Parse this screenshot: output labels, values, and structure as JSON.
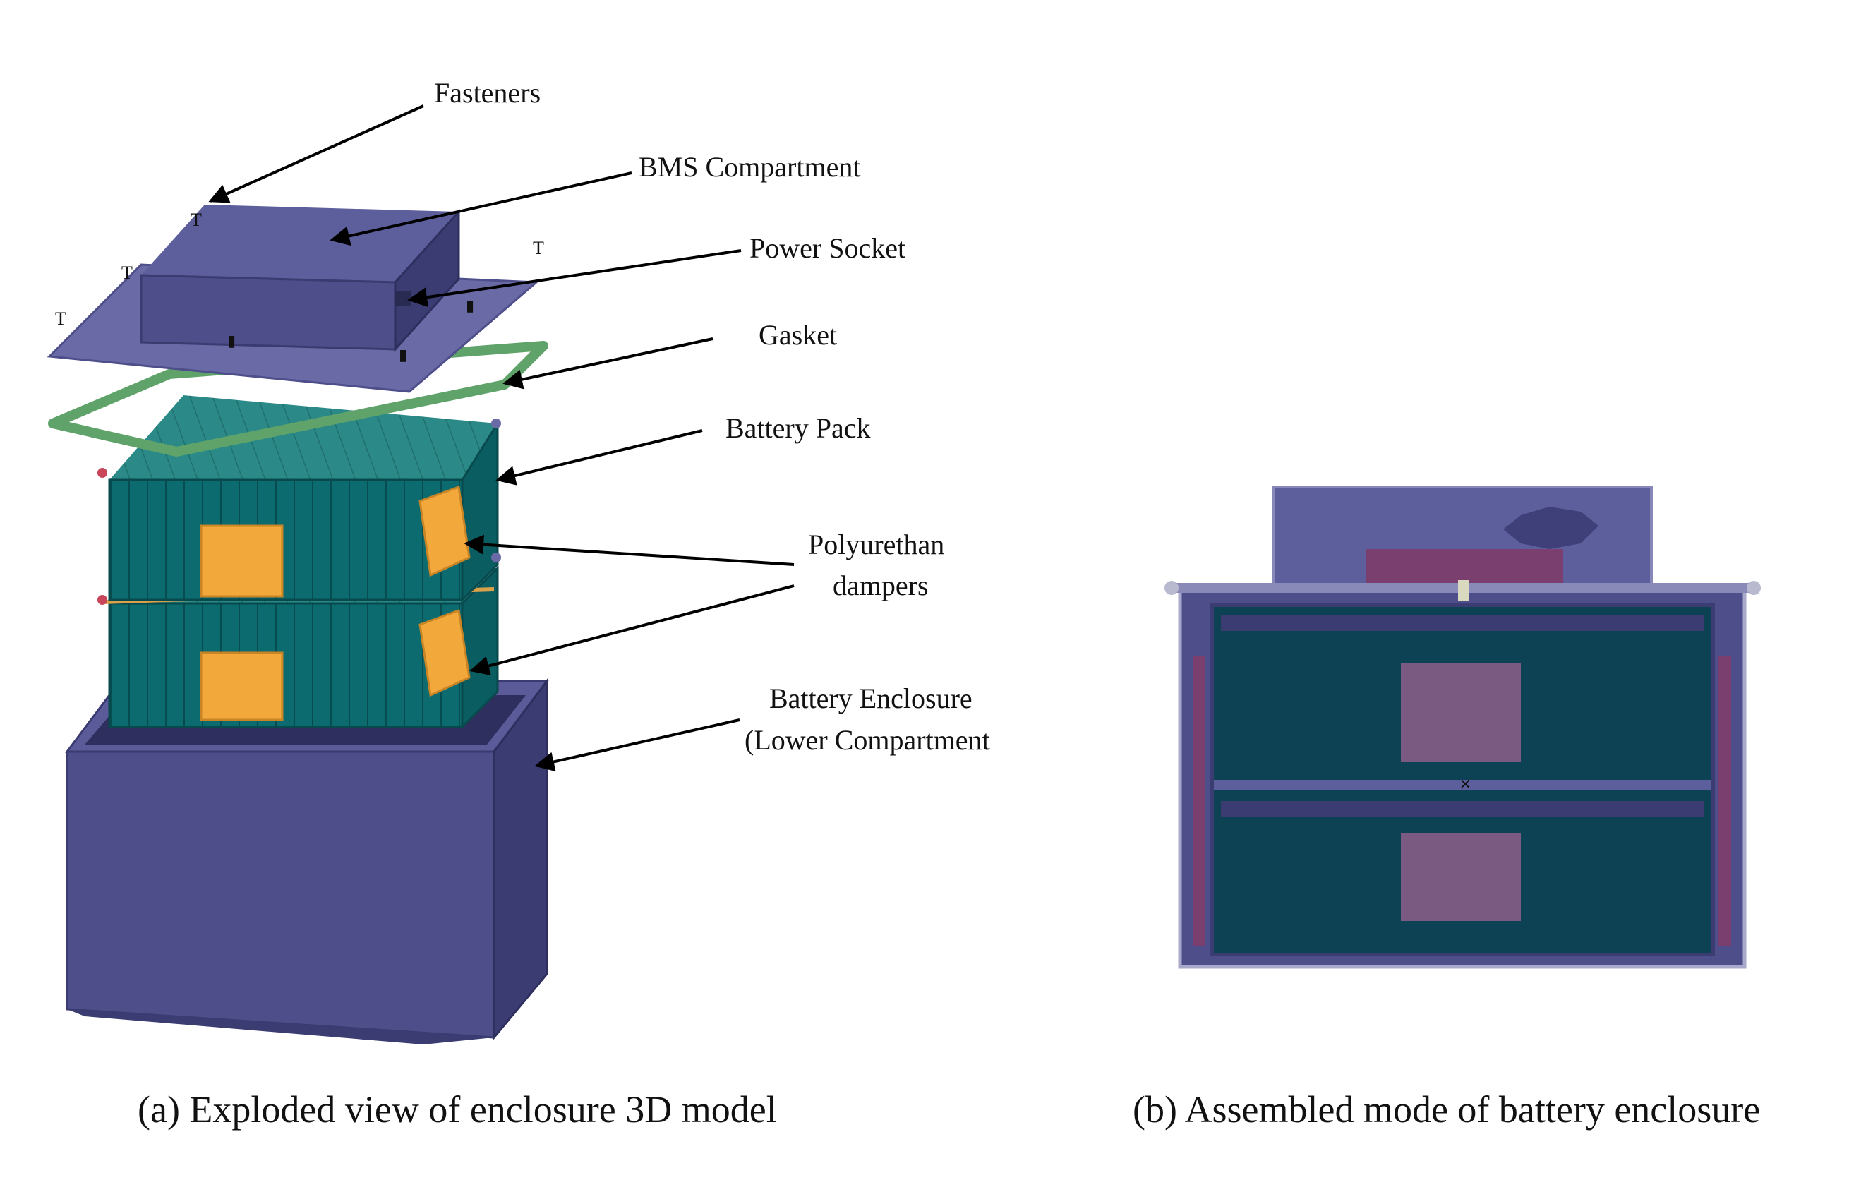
{
  "panel_a": {
    "caption": "(a) Exploded view of enclosure 3D model",
    "labels": {
      "fasteners": "Fasteners",
      "bms": "BMS Compartment",
      "power_socket": "Power Socket",
      "gasket": "Gasket",
      "battery_pack": "Battery Pack",
      "dampers_line1": "Polyurethan",
      "dampers_line2": "dampers",
      "enclosure_line1": "Battery Enclosure",
      "enclosure_line2": "(Lower Compartment"
    }
  },
  "panel_b": {
    "caption": "(b) Assembled mode of battery enclosure"
  },
  "colors": {
    "enclosure": "#4d4e8a",
    "enclosure_dark": "#3b3c72",
    "plate": "#6a6aa6",
    "battery_cells": "#0b6b6e",
    "battery_top": "#2b8a87",
    "damper": "#f2a83b",
    "damper_assembled": "#7a5a80",
    "gasket": "#5fa36a",
    "assembled_interior": "#0c4253"
  }
}
